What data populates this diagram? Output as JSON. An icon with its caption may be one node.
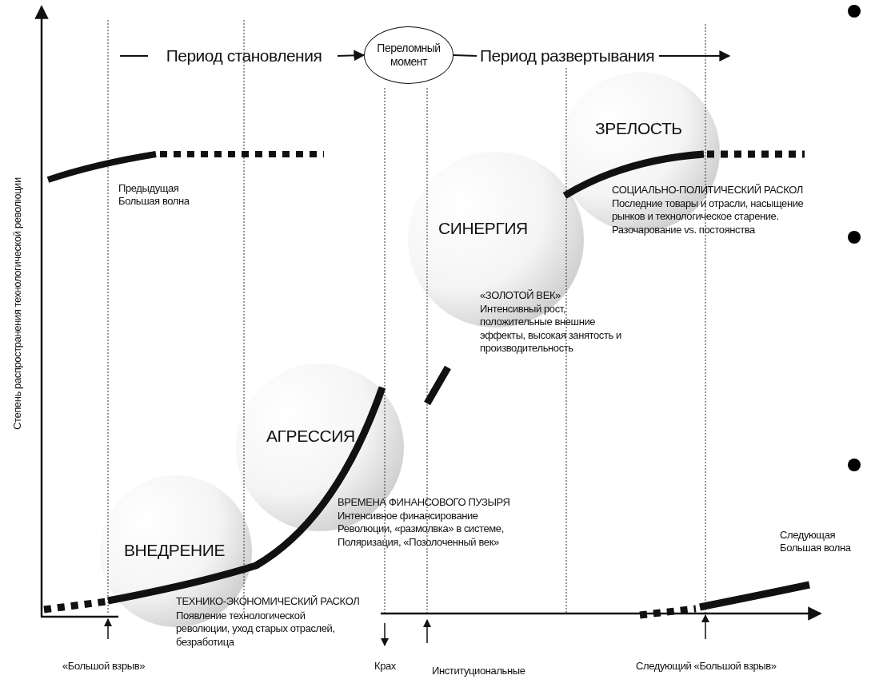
{
  "diagram": {
    "nodes": [
      {
        "text": [
          "Период становления"
        ]
      },
      {
        "text": [
          "Переломный момент"
        ]
      },
      {
        "text": [
          "Период развертывания"
        ]
      }
    ],
    "edges": [
      {
        "from": 0,
        "to": 1,
        "arrow": "to"
      },
      {
        "from": 1,
        "to": 2,
        "arrow": "none"
      },
      {
        "from": 2,
        "to": null,
        "arrow": "to"
      }
    ],
    "labels": [
      "Степень распространения технологической революции",
      "ЗРЕЛОСТЬ",
      "Предыдущая Большая волна",
      "СОЦИАЛЬНО-ПОЛИТИЧЕСКИЙ РАСКОЛ",
      "Последние товары и отрасли, насыщение рынков и технологическое старение. Разочарование vs. постоянства",
      "СИНЕРГИЯ",
      "«ЗОЛОТОЙ ВЕК»",
      "Интенсивный рост, положительные внешние эффекты, высокая занятость и производительность",
      "АГРЕССИЯ",
      "ВРЕМЕНА ФИНАНСОВОГО ПУЗЫРЯ",
      "Интенсивное финансирование Революции, «размолвка» в системе, Поляризация, «Позолоченный век»",
      "Следующая Большая волна",
      "ВНЕДРЕНИЕ",
      "ТЕХНИКО-ЭКОНОМИЧЕСКИЙ РАСКОЛ",
      "Появление технологической революции, уход старых отраслей, безработица",
      "«Большой взрыв»",
      "Крах",
      "Институциональные",
      "Следующий «Большой взрыв»"
    ]
  }
}
